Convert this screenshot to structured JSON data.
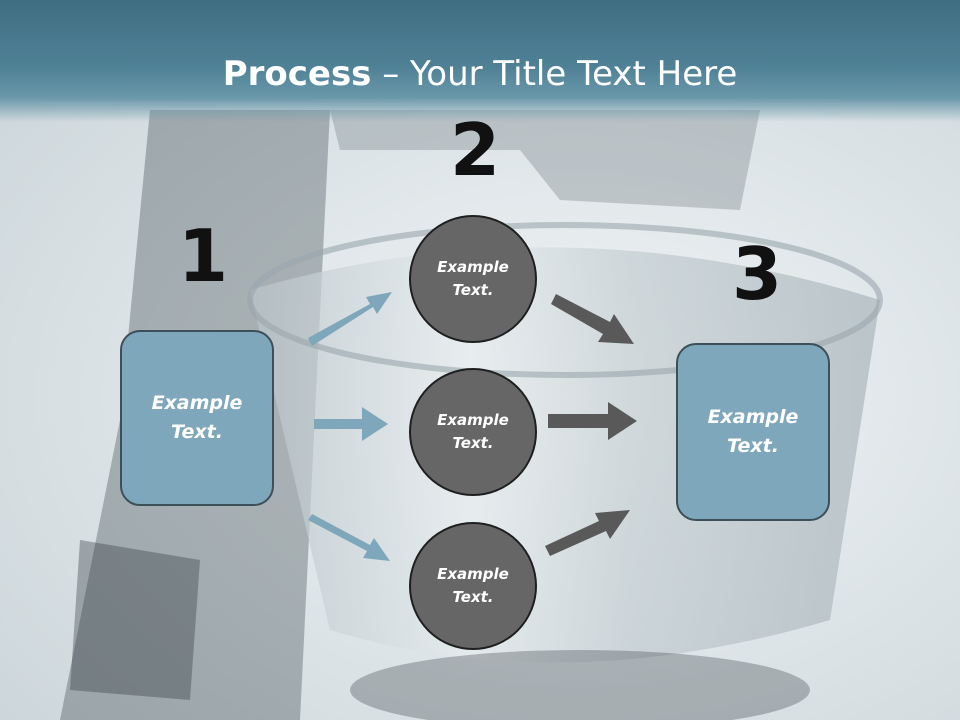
{
  "title": {
    "bold": "Process",
    "rest": " – Your Title Text Here"
  },
  "steps": [
    {
      "number": "1",
      "text": "Example\nText."
    },
    {
      "number": "2",
      "circles": [
        "Example\nText.",
        "Example\nText.",
        "Example\nText."
      ]
    },
    {
      "number": "3",
      "text": "Example\nText."
    }
  ],
  "colors": {
    "header": "#4f8196",
    "box_fill": "#7fa7bb",
    "circle_fill": "#666666",
    "arrow_left": "#7fa7bb",
    "arrow_right": "#595959"
  }
}
